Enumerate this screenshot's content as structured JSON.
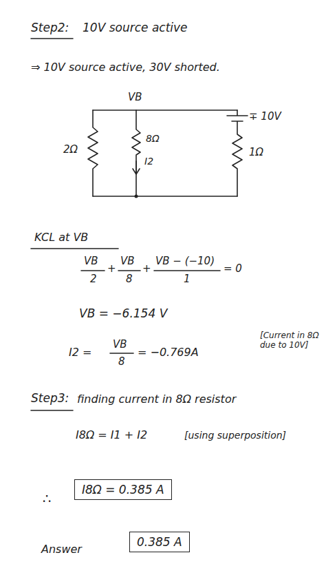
{
  "diagram": {
    "nodes": [
      {
        "text": [
          "I8Ω = 0.385 A"
        ]
      },
      {
        "text": [
          "0.385 A"
        ]
      }
    ],
    "labels": [
      "Step2:",
      "10V source active",
      "⇒ 10V source active, 30V shorted.",
      "VB",
      "2Ω",
      "8Ω",
      "I2",
      "∓ 10V",
      "1Ω",
      "KCL at VB",
      "VB",
      "2",
      "+",
      "VB",
      "8",
      "+",
      "VB − (−10)",
      "1",
      "= 0",
      "VB = −6.154 V",
      "I2 =",
      "VB",
      "8",
      "= −0.769A",
      "[Current in 8Ω due to 10V]",
      "Step3:",
      "finding current in 8Ω resistor",
      "I8Ω = I1 + I2",
      "[using superposition]",
      "∴",
      "Answer"
    ]
  }
}
